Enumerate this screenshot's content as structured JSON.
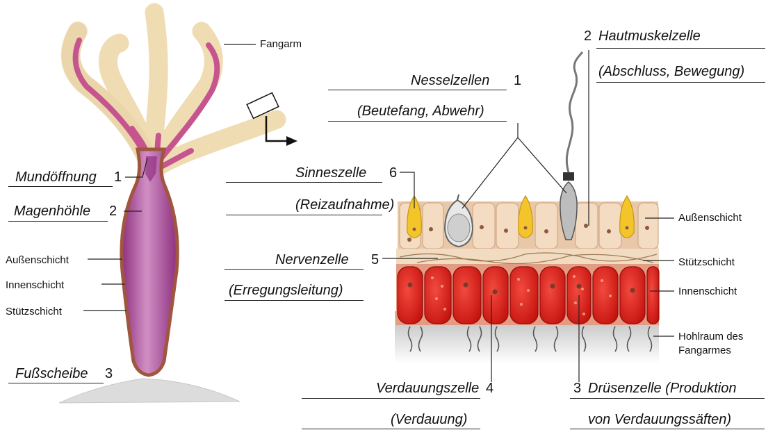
{
  "colors": {
    "tentacle_fill": "#f1ddb5",
    "tentacle_inner": "#c5548f",
    "body_fill": "#b4579f",
    "body_outline": "#9a4a3a",
    "outer_cell": "#f0d4b6",
    "gland_cell": "#d61b1b",
    "sensory_cell": "#f3c52b",
    "nematocyte": "#cfcfcf",
    "cavity": "#d3d3d3"
  },
  "hydra_labels": {
    "tentacle": "Fangarm",
    "outer_layer": "Außenschicht",
    "inner_layer": "Innenschicht",
    "support_layer": "Stützschicht"
  },
  "answers": {
    "mouth": {
      "term": "Mundöffnung",
      "number": "1"
    },
    "stomach": {
      "term": "Magenhöhle",
      "number": "2"
    },
    "foot": {
      "term": "Fußscheibe",
      "number": "3"
    },
    "nematocyte": {
      "term": "Nesselzellen",
      "number": "1",
      "function": "(Beutefang, Abwehr)"
    },
    "epitheliomuscular": {
      "number": "2",
      "term": "Hautmuskelzelle",
      "function": "(Abschluss, Bewegung)"
    },
    "sensory": {
      "term": "Sinneszelle",
      "number": "6",
      "function": "(Reizaufnahme)"
    },
    "nerve": {
      "term": "Nervenzelle",
      "number": "5",
      "function": "(Erregungsleitung)"
    },
    "digestive": {
      "term": "Verdauungszelle",
      "number": "4",
      "function": "(Verdauung)"
    },
    "gland": {
      "number": "3",
      "term": "Drüsenzelle (Produktion",
      "function": "von Verdauungssäften)"
    }
  },
  "tissue_labels": {
    "outer_layer": "Außenschicht",
    "support_layer": "Stützschicht",
    "inner_layer": "Innenschicht",
    "cavity_line1": "Hohlraum des",
    "cavity_line2": "Fangarmes"
  }
}
